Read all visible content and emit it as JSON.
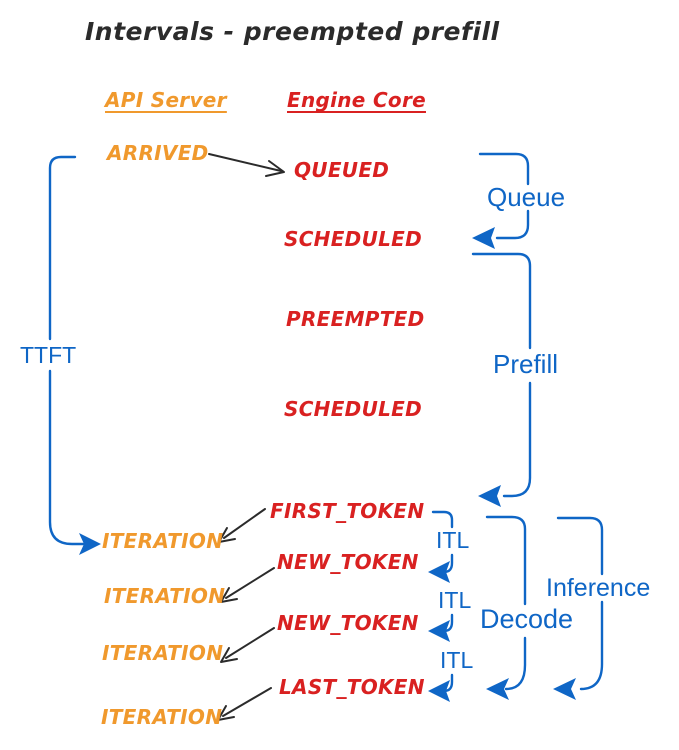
{
  "title": "Intervals - preempted prefill",
  "headers": {
    "api_server": "API Server",
    "engine_core": "Engine Core"
  },
  "api_events": {
    "arrived": "ARRIVED",
    "iteration1": "ITERATION",
    "iteration2": "ITERATION",
    "iteration3": "ITERATION",
    "iteration4": "ITERATION"
  },
  "engine_events": {
    "queued": "QUEUED",
    "scheduled1": "SCHEDULED",
    "preempted": "PREEMPTED",
    "scheduled2": "SCHEDULED",
    "first_token": "FIRST_TOKEN",
    "new_token1": "NEW_TOKEN",
    "new_token2": "NEW_TOKEN",
    "last_token": "LAST_TOKEN"
  },
  "interval_labels": {
    "ttft": "TTFT",
    "queue": "Queue",
    "prefill": "Prefill",
    "itl1": "ITL",
    "itl2": "ITL",
    "itl3": "ITL",
    "decode": "Decode",
    "inference": "Inference"
  },
  "colors": {
    "blue": "#0F66C6",
    "orange": "#F0992D",
    "red": "#D92121",
    "ink": "#2B2B2B"
  }
}
